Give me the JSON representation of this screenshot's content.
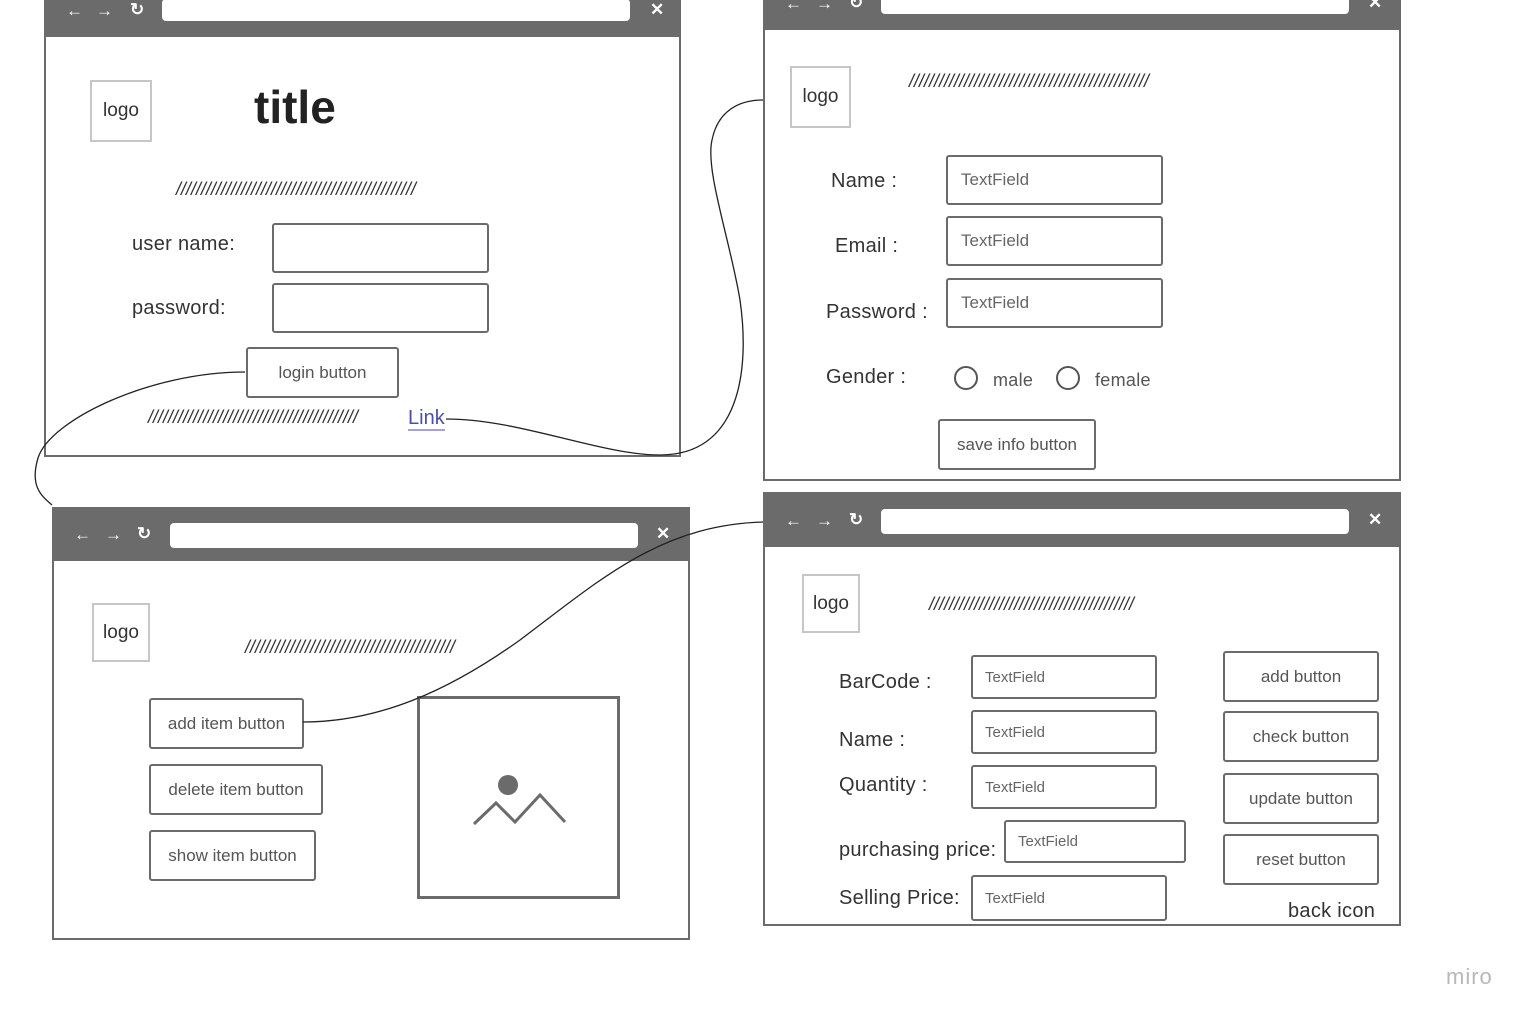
{
  "login": {
    "logo": "logo",
    "title": "title",
    "slashes_top": "////////////////////////////////////////////////",
    "username_label": "user name:",
    "password_label": "password:",
    "login_button": "login button",
    "slashes_bottom": "//////////////////////////////////////////",
    "link": "Link"
  },
  "register": {
    "logo": "logo",
    "slashes": "////////////////////////////////////////////////",
    "name_label": "Name :",
    "email_label": "Email :",
    "password_label": "Password :",
    "gender_label": "Gender :",
    "name_field": "TextField",
    "email_field": "TextField",
    "password_field": "TextField",
    "male": "male",
    "female": "female",
    "save_button": "save info button"
  },
  "items": {
    "logo": "logo",
    "slashes": "//////////////////////////////////////////",
    "add_button": "add item button",
    "delete_button": "delete item button",
    "show_button": "show item button"
  },
  "product": {
    "logo": "logo",
    "slashes": "/////////////////////////////////////////",
    "barcode_label": "BarCode :",
    "name_label": "Name :",
    "quantity_label": "Quantity :",
    "purchasing_label": "purchasing price:",
    "selling_label": "Selling Price:",
    "barcode_field": "TextField",
    "name_field": "TextField",
    "quantity_field": "TextField",
    "purchasing_field": "TextField",
    "selling_field": "TextField",
    "add_button": "add button",
    "check_button": "check button",
    "update_button": "update button",
    "reset_button": "reset button",
    "back_icon": "back icon"
  },
  "watermark": "miro"
}
